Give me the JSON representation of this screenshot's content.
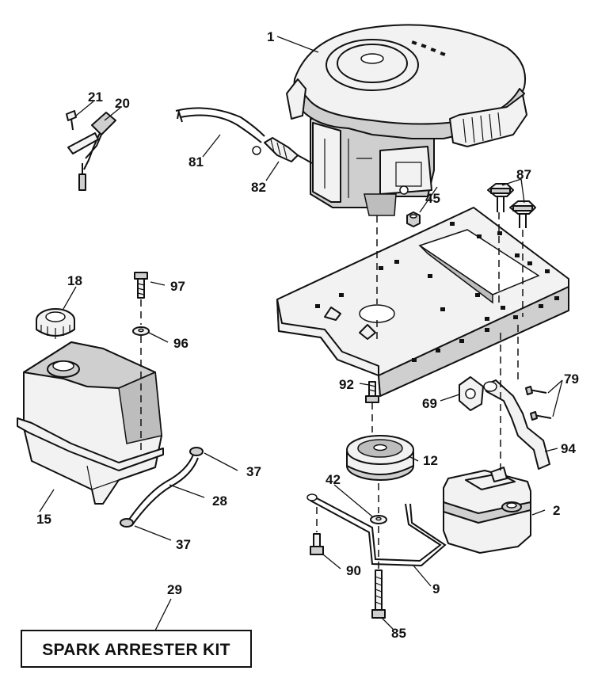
{
  "callouts": {
    "c1": "1",
    "c2": "2",
    "c9": "9",
    "c12": "12",
    "c15": "15",
    "c18": "18",
    "c20": "20",
    "c21": "21",
    "c28": "28",
    "c29": "29",
    "c37a": "37",
    "c37b": "37",
    "c42": "42",
    "c45": "45",
    "c69": "69",
    "c79": "79",
    "c81": "81",
    "c82": "82",
    "c85": "85",
    "c87": "87",
    "c90": "90",
    "c92": "92",
    "c94": "94",
    "c96": "96",
    "c97": "97"
  },
  "kit_label": "SPARK ARRESTER KIT"
}
